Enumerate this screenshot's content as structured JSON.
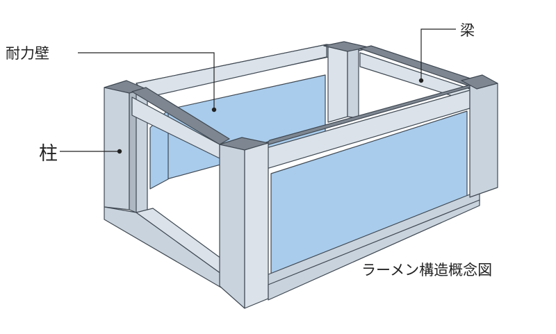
{
  "labels": {
    "shear_wall": "耐力壁",
    "column": "柱",
    "beam": "梁",
    "caption": "ラーメン構造概念図"
  },
  "colors": {
    "frame_front": "#c9d3dd",
    "frame_side": "#dbe2e9",
    "frame_top": "#7e8791",
    "frame_edge": "#3f4852",
    "wall_fill": "#a9ccec",
    "leader_line": "#222222",
    "text": "#222222"
  }
}
